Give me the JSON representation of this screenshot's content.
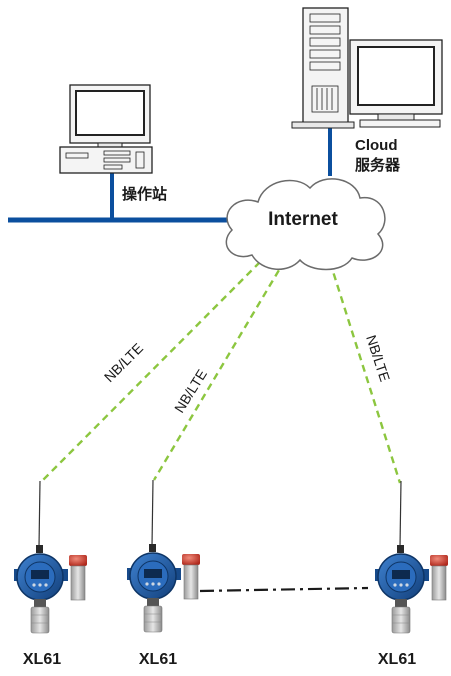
{
  "cloud": {
    "label": "Internet"
  },
  "server": {
    "label_line1": "Cloud",
    "label_line2": "服务器"
  },
  "workstation": {
    "label": "操作站"
  },
  "links": [
    "NB/LTE",
    "NB/LTE",
    "NB/LTE"
  ],
  "detectors": [
    {
      "label": "XL61"
    },
    {
      "label": "XL61"
    },
    {
      "label": "XL61"
    }
  ],
  "colors": {
    "network_bus": "#0b4f9e",
    "wireless_link": "#8cc63f",
    "detector_body": "#1f5fb0",
    "alarm_lamp": "#c0392b"
  }
}
